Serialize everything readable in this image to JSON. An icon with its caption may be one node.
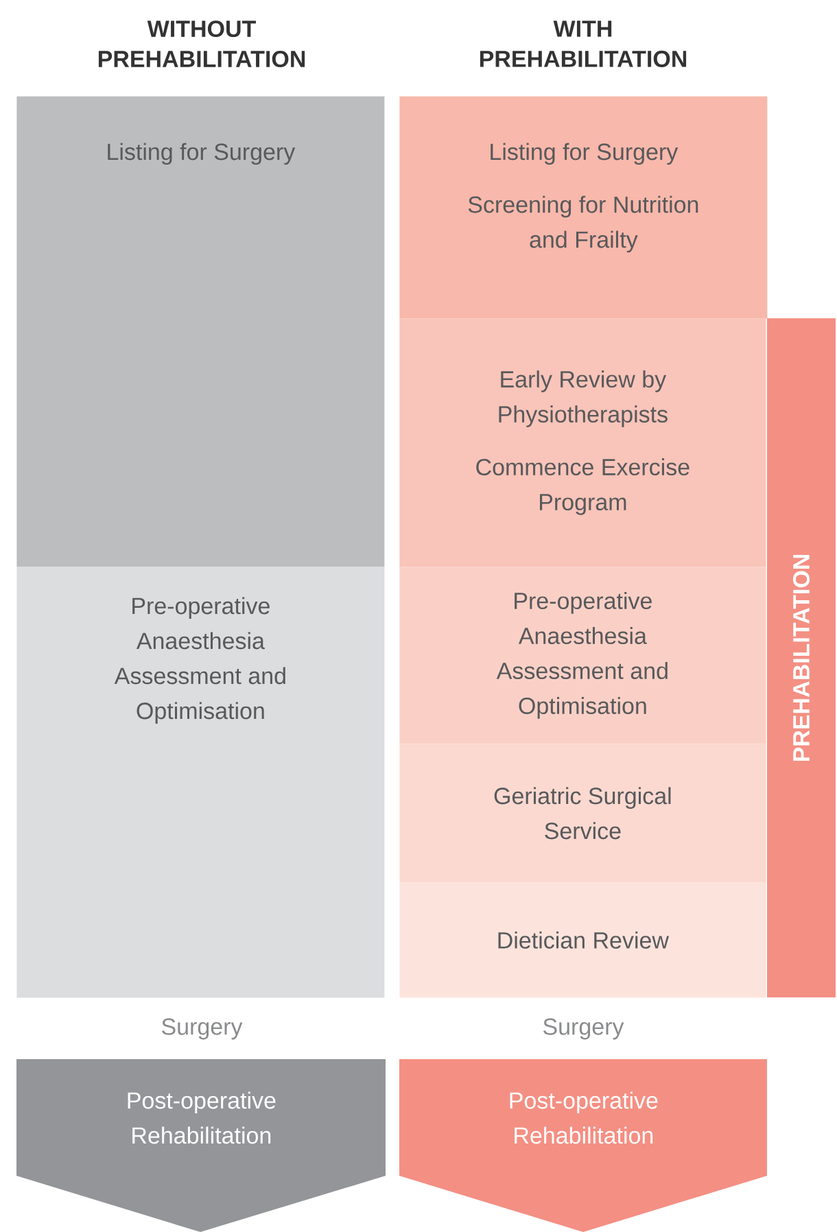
{
  "diagram": {
    "nodes": [
      {
        "text": [
          "Listing for Surgery"
        ]
      },
      {
        "text": [
          "Pre-operative Anaesthesia Assessment and Optimisation"
        ]
      },
      {
        "text": [
          "Post-operative Rehabilitation"
        ]
      },
      {
        "text": [
          "Listing for Surgery",
          "Screening for Nutrition and Frailty"
        ]
      },
      {
        "text": [
          "Early Review by Physiotherapists",
          "Commence Exercise Program"
        ]
      },
      {
        "text": [
          "Pre-operative Anaesthesia Assessment and Optimisation"
        ]
      },
      {
        "text": [
          "Geriatric Surgical Service"
        ]
      },
      {
        "text": [
          "Dietician Review"
        ]
      },
      {
        "text": [
          "PREHABILITATION"
        ]
      },
      {
        "text": [
          "Post-operative Rehabilitation"
        ]
      }
    ],
    "edges": [],
    "labels": [
      "WITHOUT PREHABILITATION",
      "WITH PREHABILITATION",
      "Surgery",
      "Surgery"
    ]
  }
}
